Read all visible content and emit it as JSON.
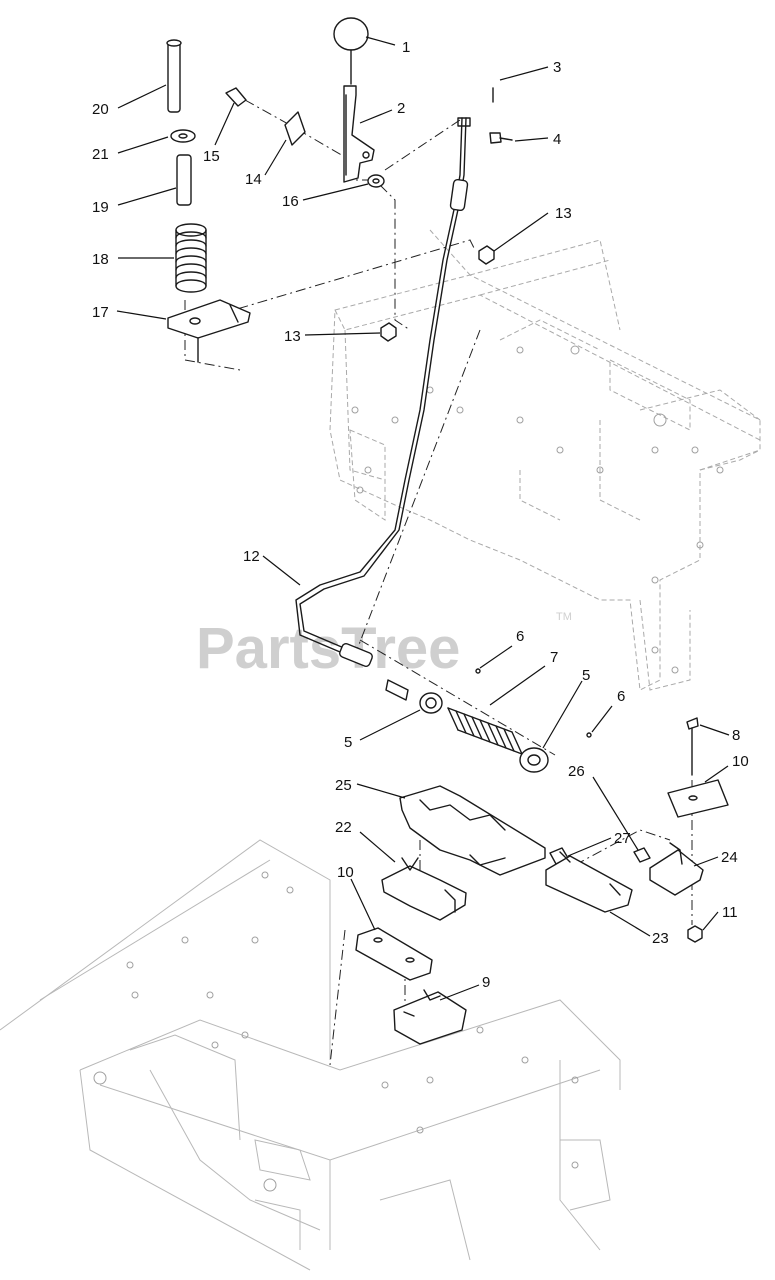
{
  "watermark": {
    "brand": "PartsTree",
    "trademark": "TM"
  },
  "callouts": [
    {
      "id": "c1",
      "label": "1"
    },
    {
      "id": "c2",
      "label": "2"
    },
    {
      "id": "c3",
      "label": "3"
    },
    {
      "id": "c4",
      "label": "4"
    },
    {
      "id": "c20",
      "label": "20"
    },
    {
      "id": "c21",
      "label": "21"
    },
    {
      "id": "c15",
      "label": "15"
    },
    {
      "id": "c14",
      "label": "14"
    },
    {
      "id": "c16",
      "label": "16"
    },
    {
      "id": "c19",
      "label": "19"
    },
    {
      "id": "c13a",
      "label": "13"
    },
    {
      "id": "c18",
      "label": "18"
    },
    {
      "id": "c17",
      "label": "17"
    },
    {
      "id": "c13b",
      "label": "13"
    },
    {
      "id": "c12",
      "label": "12"
    },
    {
      "id": "c6a",
      "label": "6"
    },
    {
      "id": "c7",
      "label": "7"
    },
    {
      "id": "c5a",
      "label": "5"
    },
    {
      "id": "c6b",
      "label": "6"
    },
    {
      "id": "c5b",
      "label": "5"
    },
    {
      "id": "c8",
      "label": "8"
    },
    {
      "id": "c26",
      "label": "26"
    },
    {
      "id": "c10a",
      "label": "10"
    },
    {
      "id": "c25",
      "label": "25"
    },
    {
      "id": "c27",
      "label": "27"
    },
    {
      "id": "c22",
      "label": "22"
    },
    {
      "id": "c24",
      "label": "24"
    },
    {
      "id": "c10b",
      "label": "10"
    },
    {
      "id": "c11",
      "label": "11"
    },
    {
      "id": "c23",
      "label": "23"
    },
    {
      "id": "c9",
      "label": "9"
    }
  ]
}
